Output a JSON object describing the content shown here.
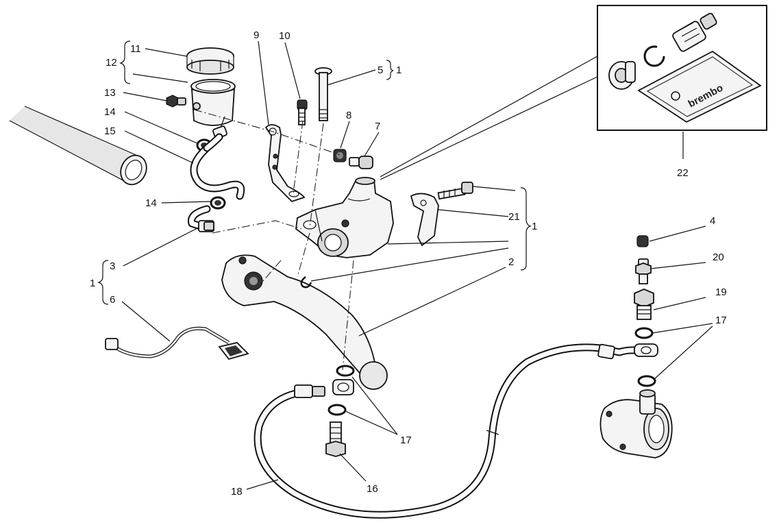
{
  "labels": {
    "l1a": "1",
    "l1b": "1",
    "l1c": "1",
    "l2": "2",
    "l3": "3",
    "l4": "4",
    "l5": "5",
    "l6": "6",
    "l7": "7",
    "l8": "8",
    "l9": "9",
    "l10": "10",
    "l11": "11",
    "l12": "12",
    "l13": "13",
    "l14a": "14",
    "l14b": "14",
    "l15": "15",
    "l16": "16",
    "l17a": "17",
    "l17b": "17",
    "l18": "18",
    "l19": "19",
    "l20": "20",
    "l21": "21",
    "l22": "22"
  },
  "inset": {
    "brand": "brembo"
  }
}
